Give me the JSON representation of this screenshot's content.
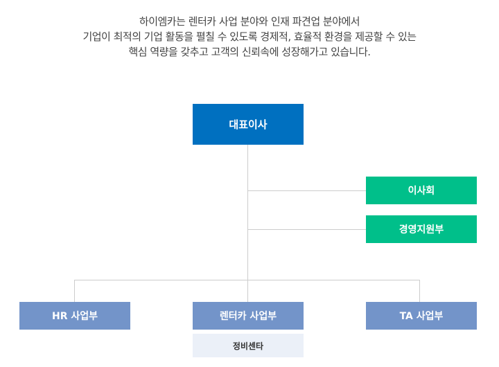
{
  "intro": {
    "lines": [
      "하이엠카는 렌터카 사업 분야와 인재 파견업 분야에서",
      "기업이 최적의 기업 활동을 펼칠 수 있도록 경제적, 효율적 환경을 제공할 수 있는",
      "핵심 역량을 갖추고 고객의 신뢰속에 성장해가고 있습니다."
    ]
  },
  "org": {
    "ceo": "대표이사",
    "board": "이사회",
    "management_support": "경영지원부",
    "divisions": [
      "HR 사업부",
      "렌터카 사업부",
      "TA 사업부"
    ],
    "rental_sub": "정비센타"
  },
  "colors": {
    "ceo": "#0070c0",
    "staff": "#00bf8a",
    "division": "#7394c9",
    "sub": "#ebf0f8",
    "line": "#cccccc"
  }
}
